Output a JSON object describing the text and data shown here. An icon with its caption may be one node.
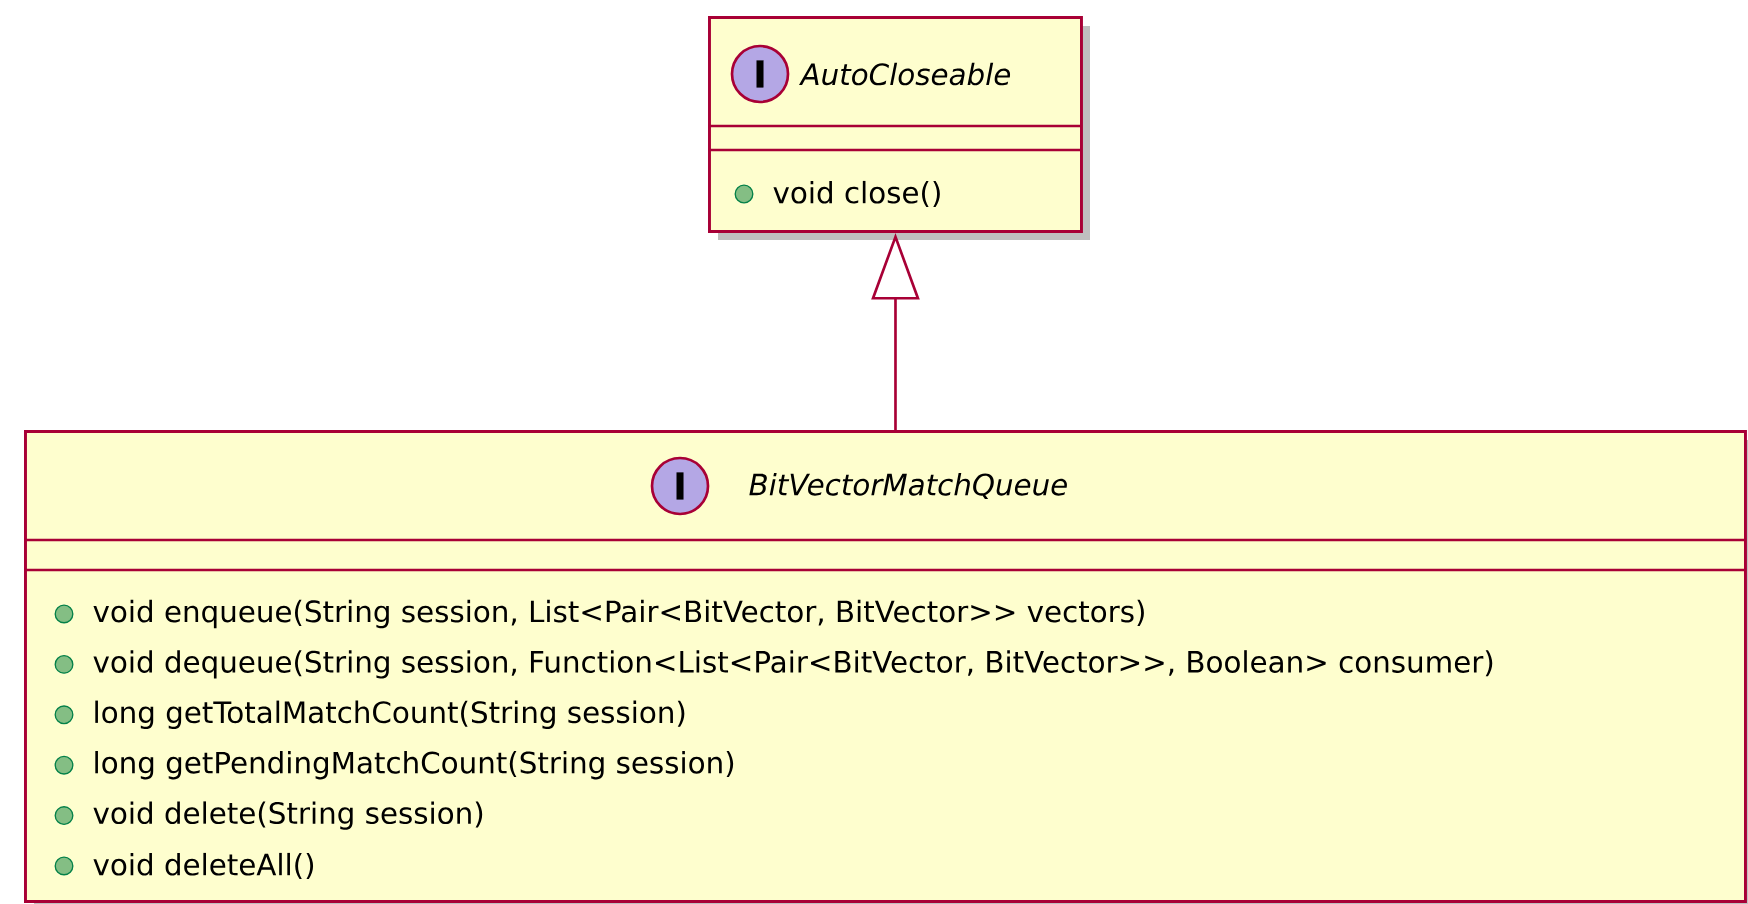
{
  "diagram": {
    "nodes": [
      {
        "text": [
          "I",
          "AutoCloseable",
          "void close()"
        ]
      },
      {
        "text": [
          "I",
          "BitVectorMatchQueue",
          "void enqueue(String session, List<Pair<BitVector, BitVector>> vectors)",
          "void dequeue(String session, Function<List<Pair<BitVector, BitVector>>, Boolean> consumer)",
          "long getTotalMatchCount(String session)",
          "long getPendingMatchCount(String session)",
          "void delete(String session)",
          "void deleteAll()"
        ]
      }
    ],
    "edges": [
      {
        "from": 1,
        "to": 0,
        "arrow": "to"
      }
    ]
  }
}
